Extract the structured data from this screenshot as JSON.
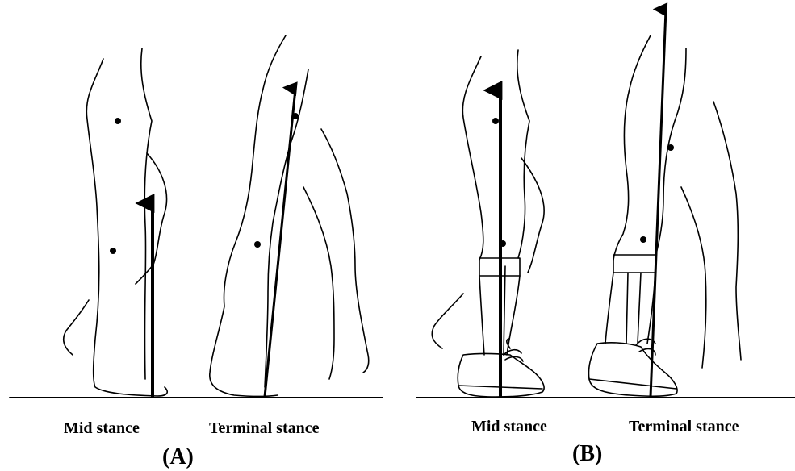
{
  "panels": {
    "a": {
      "label": "(A)",
      "mid_caption": "Mid stance",
      "terminal_caption": "Terminal stance"
    },
    "b": {
      "label": "(B)",
      "mid_caption": "Mid stance",
      "terminal_caption": "Terminal stance"
    }
  },
  "colors": {
    "ink": "#000000",
    "background": "#ffffff"
  }
}
